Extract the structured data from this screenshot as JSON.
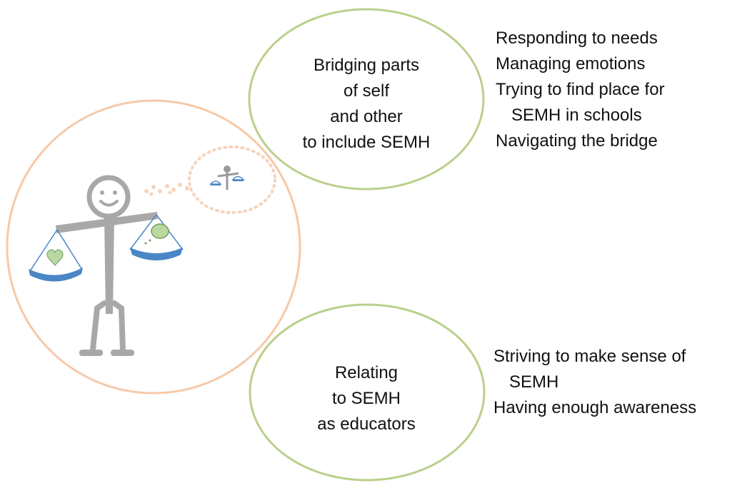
{
  "theme_circle_top": {
    "lines": [
      "Bridging parts",
      "of self",
      "and other",
      "to include SEMH"
    ]
  },
  "theme_circle_bottom": {
    "lines": [
      "Relating",
      "to SEMH",
      "as educators"
    ]
  },
  "subthemes_top": [
    {
      "text": "Responding to needs"
    },
    {
      "text": "Managing emotions"
    },
    {
      "text": "Trying to find place for"
    },
    {
      "text": "SEMH in schools"
    },
    {
      "text": "Navigating the bridge"
    }
  ],
  "subthemes_bottom": [
    {
      "text": "Striving to make sense of"
    },
    {
      "text": "SEMH"
    },
    {
      "text": "Having enough awareness"
    }
  ],
  "colors": {
    "large_circle": "#f6c9a8",
    "theme_circles": "#b9d08a",
    "figure": "#a8a8a8",
    "scale_pan": "#4a86c5",
    "heart": "#b9d9a0",
    "thought_dots": "#f7d3bd"
  }
}
